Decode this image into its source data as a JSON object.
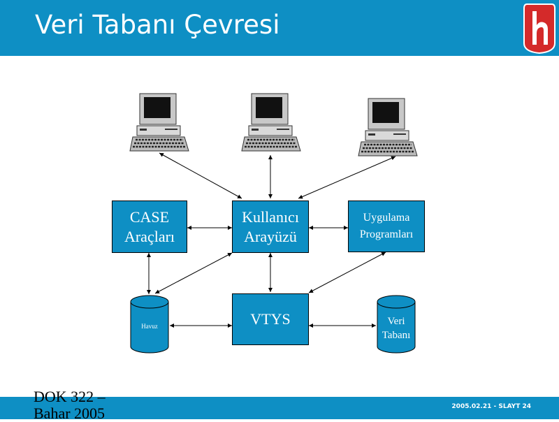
{
  "slide": {
    "title": "Veri Tabanı Çevresi",
    "footer_left": "DOK 322 – Bahar 2005",
    "footer_right": "2005.02.21 - SLAYT 24"
  },
  "colors": {
    "accent": "#0e8fc4",
    "logo": "#d42a2a"
  },
  "diagram": {
    "nodes": {
      "case_tools": "CASE\nAraçları",
      "user_interface": "Kullanıcı\nArayüzü",
      "app_programs": "Uygulama\nProgramları",
      "dbms": "VTYS",
      "repository": "Havuz",
      "database": "Veri\nTabanı"
    },
    "workstations": [
      {
        "icon": "computer-icon"
      },
      {
        "icon": "computer-icon"
      },
      {
        "icon": "computer-icon"
      }
    ]
  }
}
